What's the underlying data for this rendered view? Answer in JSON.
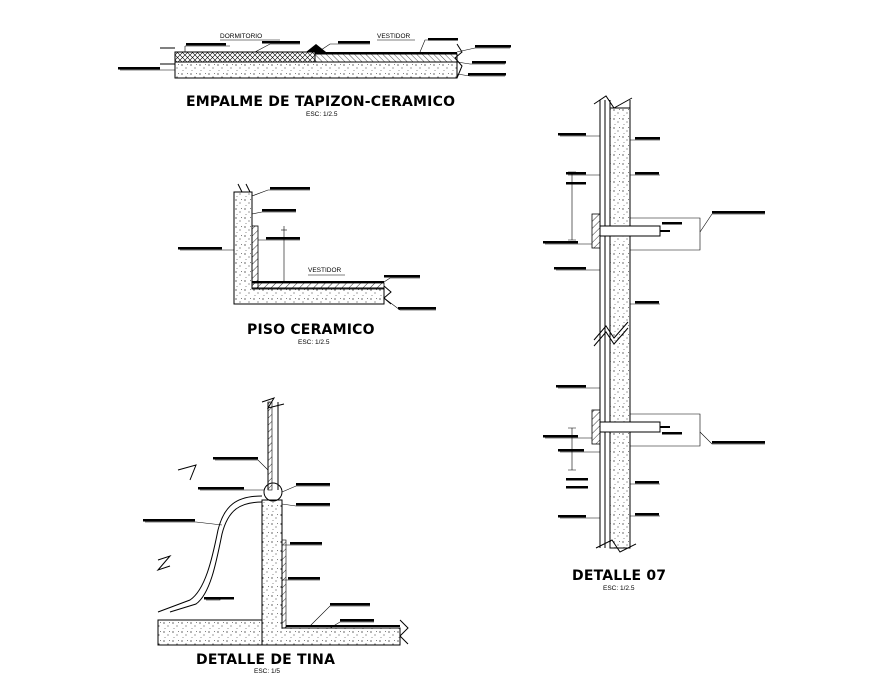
{
  "drawing": {
    "empalme": {
      "title": "EMPALME DE TAPIZON-CERAMICO",
      "scale": "ESC: 1/2.5",
      "label_left": "DORMITORIO",
      "label_right": "VESTIDOR"
    },
    "piso": {
      "title": "PISO CERAMICO",
      "scale": "ESC: 1/2.5",
      "label_room": "VESTIDOR"
    },
    "tina": {
      "title": "DETALLE DE TINA",
      "scale": "ESC: 1/5"
    },
    "detalle07": {
      "title": "DETALLE 07",
      "scale": "ESC: 1/2.5"
    }
  },
  "colors": {
    "ink": "#000000",
    "paper": "#ffffff"
  }
}
